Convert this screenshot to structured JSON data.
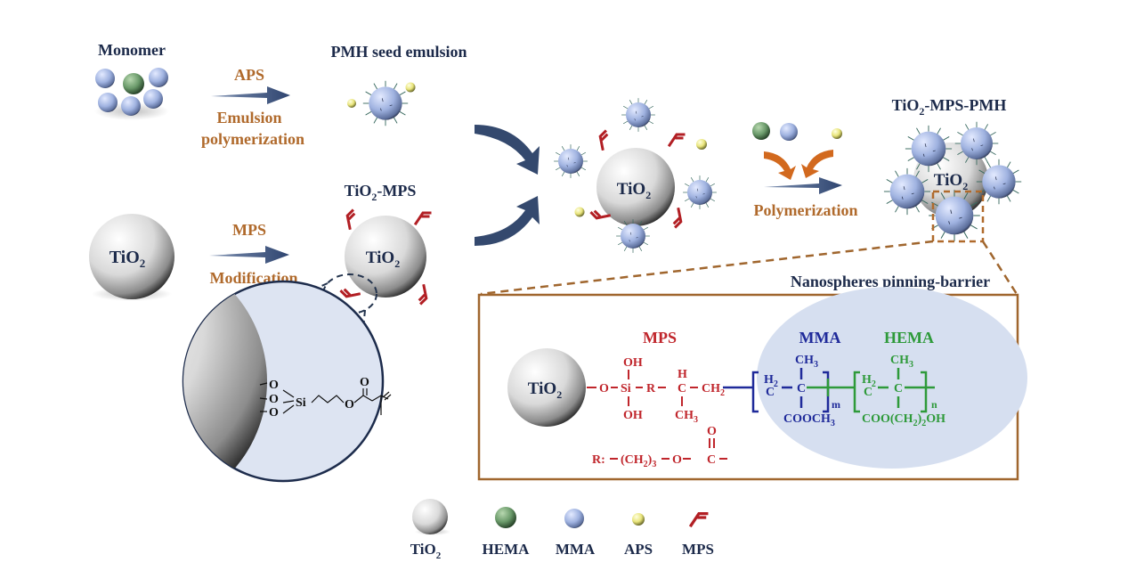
{
  "title": "TiO2-MPS-PMH nanosphere pinning-barrier synthesis scheme",
  "colors": {
    "label_navy": "#1c2a4a",
    "step_orange": "#b06a2c",
    "arrow_blue": "#34496e",
    "mps_red": "#c0262c",
    "mma_blue": "#1f2a9a",
    "hema_green": "#2e9a3a",
    "tio2_gray": "#d8d8d8",
    "mma_sphere": "#9fb2e0",
    "hema_sphere": "#6a9a6a",
    "aps_sphere": "#e8e47a",
    "zoom_fill": "#dde4f2",
    "box_border": "#a0662e"
  },
  "stage1": {
    "monomer_label": "Monomer",
    "arrow_top_label": "APS",
    "arrow_bottom_label_1": "Emulsion",
    "arrow_bottom_label_2": "polymerization",
    "product_label": "PMH seed emulsion"
  },
  "stage2": {
    "tio2_label": "TiO",
    "tio2_sub": "2",
    "arrow_top_label": "MPS",
    "arrow_bottom_label": "Modification",
    "product_label_pre": "TiO",
    "product_label_sub": "2",
    "product_label_post": "-MPS",
    "zoom_structure": {
      "o_labels": [
        "O",
        "O",
        "O"
      ],
      "si_label": "Si",
      "ester_o": "O",
      "carbonyl_o": "O"
    }
  },
  "stage3": {
    "center_label": "TiO",
    "center_sub": "2",
    "step_label": "Polymerization",
    "product_label_pre": "TiO",
    "product_label_sub": "2",
    "product_label_post": "-MPS-PMH",
    "product_core_label": "TiO",
    "product_core_sub": "2"
  },
  "detail_box": {
    "title": "Nanospheres pinning-barrier",
    "sphere_label": "TiO",
    "sphere_sub": "2",
    "mps_heading": "MPS",
    "mma_heading": "MMA",
    "hema_heading": "HEMA",
    "mps_chain": {
      "o": "O",
      "si": "Si",
      "oh_top": "OH",
      "oh_bottom": "OH",
      "r": "R",
      "h": "H",
      "c": "C",
      "ch2": "CH",
      "ch2_sub": "2",
      "ch3": "CH",
      "ch3_sub": "3"
    },
    "r_definition": {
      "prefix": "R:",
      "group": "(CH",
      "group_sub": "2",
      "group_close": ")",
      "group_count": "3",
      "o": "O",
      "c": "C",
      "carbonyl_o": "O"
    },
    "mma_unit": {
      "h2": "H",
      "h2_sub": "2",
      "c1": "C",
      "c2": "C",
      "ch3": "CH",
      "ch3_sub": "3",
      "side": "COOCH",
      "side_sub": "3",
      "repeat": "m"
    },
    "hema_unit": {
      "h2": "H",
      "h2_sub": "2",
      "c1": "C",
      "c2": "C",
      "ch3": "CH",
      "ch3_sub": "3",
      "side_a": "COO(CH",
      "side_sub": "2",
      "side_b": ")",
      "side_count": "2",
      "side_c": "OH",
      "repeat": "n"
    }
  },
  "legend": {
    "items": [
      {
        "name": "tio2",
        "label": "TiO",
        "sub": "2"
      },
      {
        "name": "hema",
        "label": "HEMA",
        "sub": ""
      },
      {
        "name": "mma",
        "label": "MMA",
        "sub": ""
      },
      {
        "name": "aps",
        "label": "APS",
        "sub": ""
      },
      {
        "name": "mps",
        "label": "MPS",
        "sub": ""
      }
    ]
  }
}
